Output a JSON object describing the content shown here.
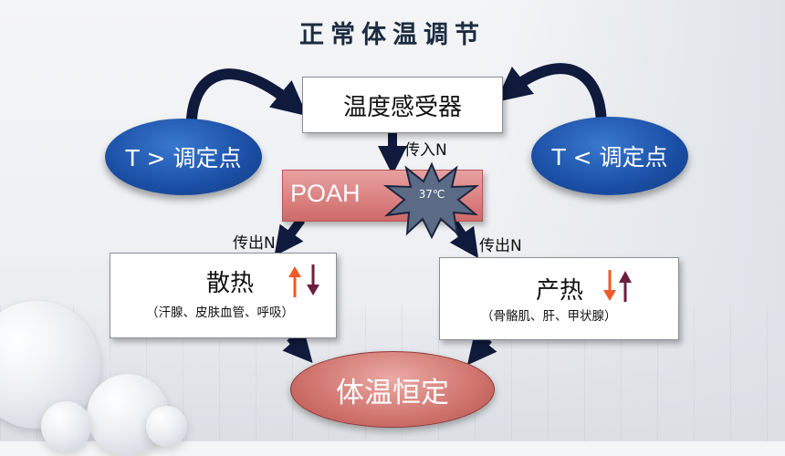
{
  "title": "正常体温调节",
  "sensor": "温度感受器",
  "afferent_label": "传入N",
  "center": {
    "label": "POAH",
    "setpoint": "37℃"
  },
  "efferent_label_left": "传出N",
  "efferent_label_right": "传出N",
  "left_condition": "T > 调定点",
  "right_condition": "T < 调定点",
  "heat_loss": {
    "title": "散热",
    "detail": "（汗腺、皮肤血管、呼吸）"
  },
  "heat_gain": {
    "title": "产热",
    "detail": "（骨骼肌、肝、甲状腺）"
  },
  "result": "体温恒定",
  "colors": {
    "up_arrow": "#f05a28",
    "down_arrow": "#6b1f3f",
    "flow_arrow": "#0f1a3c",
    "oval_blue": "#1a4fa5",
    "poah_red": "#d06c6c"
  },
  "icons": [
    "up-arrow-icon",
    "down-arrow-icon",
    "starburst-icon"
  ]
}
